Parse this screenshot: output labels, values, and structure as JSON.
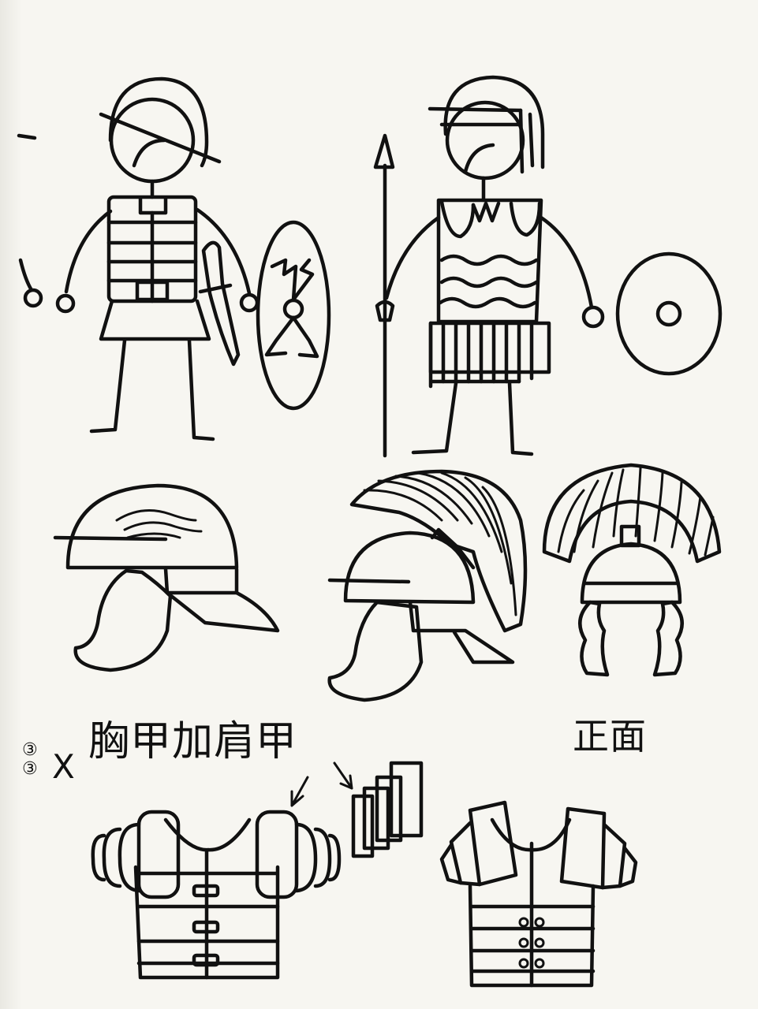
{
  "labels": {
    "chest_and_shoulder_armor": "胸甲加肩甲",
    "front_view": "正面",
    "margin_note": "③\n③",
    "cross_mark": "X"
  },
  "ink_color": "#111111",
  "paper_color": "#f7f6f1"
}
